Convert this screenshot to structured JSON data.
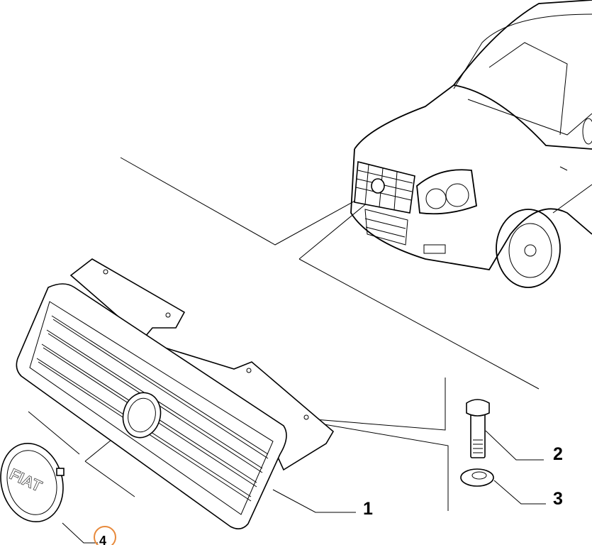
{
  "diagram": {
    "callouts": [
      {
        "id": "1",
        "part": "grille"
      },
      {
        "id": "2",
        "part": "bolt"
      },
      {
        "id": "3",
        "part": "washer"
      },
      {
        "id": "4",
        "part": "emblem"
      }
    ],
    "highlight_color": "#e88a3c",
    "logo_text": "FIAT"
  }
}
